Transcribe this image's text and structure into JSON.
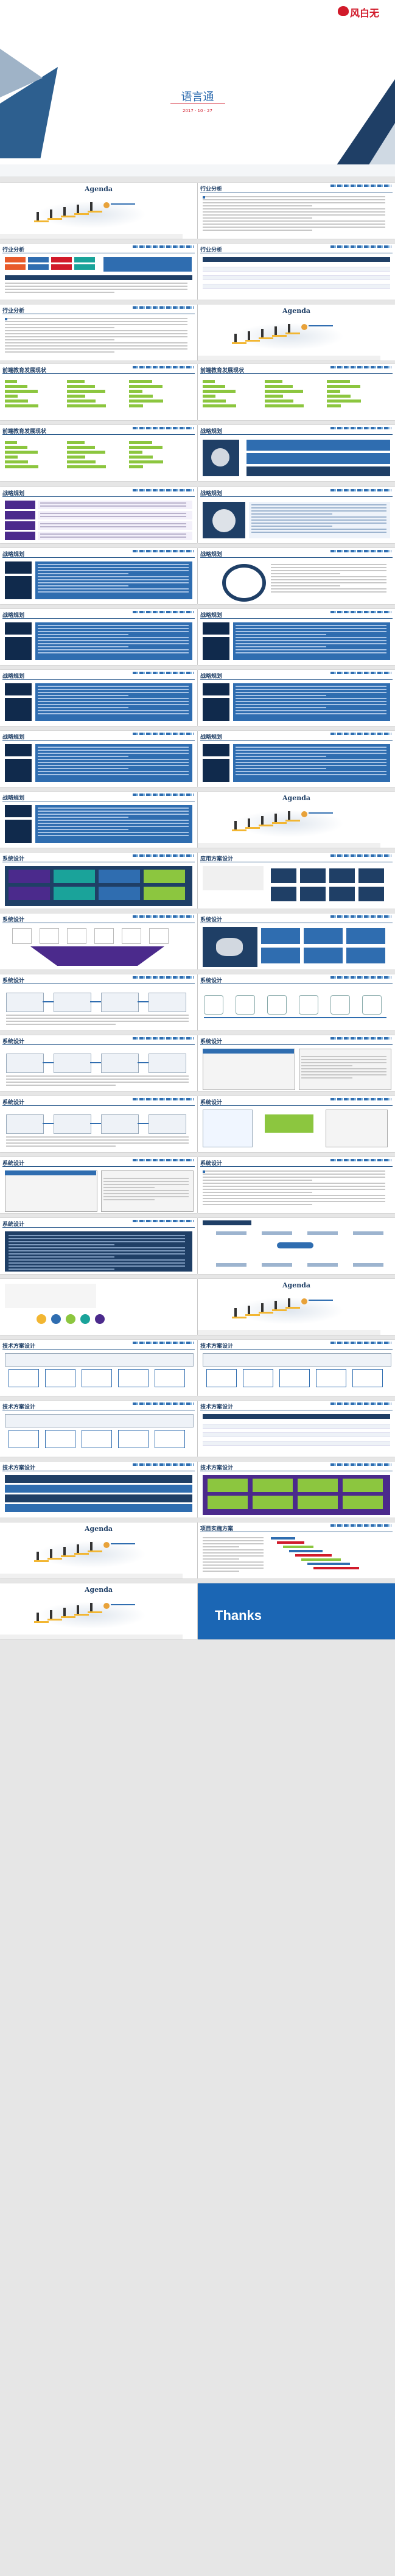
{
  "cover": {
    "title": "语言通",
    "date": "2017 · 10 · 27",
    "brand": "风白无"
  },
  "agenda_title": "Agenda",
  "thanks": "Thanks",
  "headers": {
    "s_a": "行业分析",
    "s_b": "行业分析",
    "s_c": "行业分析",
    "s_d": "行业分析",
    "s_e": "前端教育发展现状",
    "s_f": "前端教育发展现状",
    "s_g": "前端教育发展现状",
    "s_h": "战略规划",
    "s_i": "战略规划",
    "s_j": "战略规划",
    "s_k": "战略规划",
    "s_l": "战略规划",
    "s_m": "战略规划",
    "s_n": "战略规划",
    "s_o": "战略规划",
    "s_p": "战略规划",
    "s_q": "战略规划",
    "s_r": "战略规划",
    "s_s": "战略规划",
    "s_t": "系统设计",
    "s_u": "应用方案设计",
    "s_v": "系统设计",
    "s_w": "系统设计",
    "s_x": "系统设计",
    "s_y": "系统设计",
    "s_z": "系统设计",
    "s_aa": "系统设计",
    "s_ab": "系统设计",
    "s_ac": "系统设计",
    "s_ad": "系统设计",
    "s_ae": "系统设计",
    "s_af": "系统设计",
    "s_ag": "技术方案设计",
    "s_ah": "技术方案设计",
    "s_ai": "技术方案设计",
    "s_aj": "技术方案设计",
    "s_ak": "技术方案设计",
    "s_al": "技术方案设计",
    "s_am": "项目实施方案"
  },
  "colors": {
    "navy": "#1f3f66",
    "purple": "#4b2a8c",
    "teal": "#1aa39a",
    "blue": "#2f6db0",
    "dark": "#102a4c"
  }
}
